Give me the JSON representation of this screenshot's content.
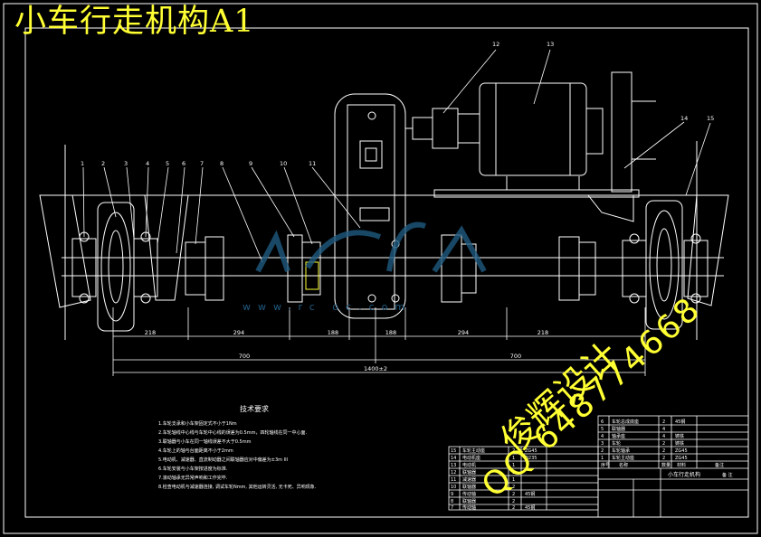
{
  "page_title": "小车行走机构A1",
  "watermark": {
    "designer": "俊辉设计",
    "qq": "QQ 648774668",
    "site": "www.rc   oc.com"
  },
  "part_numbers": [
    "1",
    "2",
    "3",
    "4",
    "5",
    "6",
    "7",
    "8",
    "9",
    "10",
    "11",
    "12",
    "13",
    "14",
    "15"
  ],
  "dimensions": {
    "d1": "218",
    "d2": "294",
    "d3": "188",
    "d4": "188",
    "d5": "294",
    "d6": "218",
    "half_left": "700",
    "half_right": "700",
    "total": "1400±2"
  },
  "tech_requirements": {
    "heading": "技术要求",
    "items": [
      "1.车轮支承和小车架固定式不小于1Nm",
      "2.车轮轴线中心线与车轮中心线的误差为0.5mm，四轮轴线在同一中心面.",
      "3.联轴器与小车在同一轴线误差不大于0.5mm",
      "4.车轮上的轴与台面距离不小于2mm",
      "5.电动机、减速器、直流制动器之间联轴器应对中偏差为±3m III",
      "6.车轮安装与小车架按进度为标准.",
      "7.滚动轴承无异常声响和工作完毕.",
      "8.检查电动机与减速器连接, 调试车轮Nmm, 其他运转灵活, 无卡死、异响现象."
    ]
  },
  "right_table": {
    "rows": [
      [
        "6",
        "车轮总成底座",
        "2",
        "45钢"
      ],
      [
        "5",
        "联轴器",
        "4",
        ""
      ],
      [
        "4",
        "轴承座",
        "4",
        "铸铁"
      ],
      [
        "3",
        "车轮",
        "2",
        "铸铁"
      ],
      [
        "2",
        "车轮轴承",
        "2",
        "ZG45"
      ],
      [
        "1",
        "车轮主动座",
        "2",
        "ZG45"
      ]
    ],
    "header": [
      "序号",
      "名称",
      "数量",
      "材料",
      "备注"
    ],
    "drawing_name": "小车行走机构",
    "remark": "备 注"
  },
  "left_table": {
    "rows": [
      [
        "15",
        "车轮主动座",
        "2",
        "ZG45"
      ],
      [
        "14",
        "电动机座",
        "1",
        "Q235"
      ],
      [
        "13",
        "电动机",
        "1",
        ""
      ],
      [
        "12",
        "联轴器",
        "1",
        ""
      ],
      [
        "11",
        "减速器",
        "1",
        ""
      ],
      [
        "10",
        "联轴器",
        "2",
        ""
      ],
      [
        "9",
        "传动轴",
        "2",
        "45钢"
      ],
      [
        "8",
        "联轴器",
        "2",
        ""
      ],
      [
        "7",
        "传动轴",
        "2",
        "45钢"
      ]
    ]
  }
}
